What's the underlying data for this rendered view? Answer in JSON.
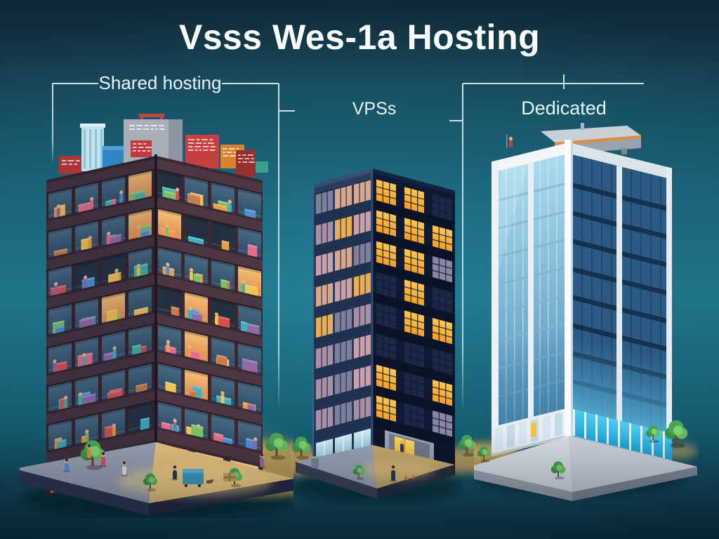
{
  "title": "Vsss Wes-1a Hosting",
  "sections": [
    {
      "id": "shared",
      "label": "Shared hosting",
      "building": "crowded-apartment-tower-with-colorful-balconies"
    },
    {
      "id": "vps",
      "label": "VPSs",
      "building": "dark-navy-tower-with-amber-lit-windows"
    },
    {
      "id": "dedicated",
      "label": "Dedicated",
      "building": "white-modern-glass-office-tower"
    }
  ],
  "colors": {
    "background_top": "#132e3c",
    "background_mid": "#1f7488",
    "background_bottom": "#0c3444",
    "annotation_line": "#dfecf0",
    "title_text": "#f6fbfd",
    "label_text": "#e9f4f7",
    "shared_frame_brown": "#3a2833",
    "shared_window_teal": "#3a5a74",
    "storefront_amber": "#f6b561",
    "vps_navy": "#0e1a33",
    "vps_window_amber": "#f7b13e",
    "dedicated_white": "#f3f6f9",
    "dedicated_glass_light": "#a9dbee",
    "dedicated_glass_dark": "#2b5a82",
    "ground_tan": "#cfa65c",
    "tree_green": "#47a452"
  }
}
